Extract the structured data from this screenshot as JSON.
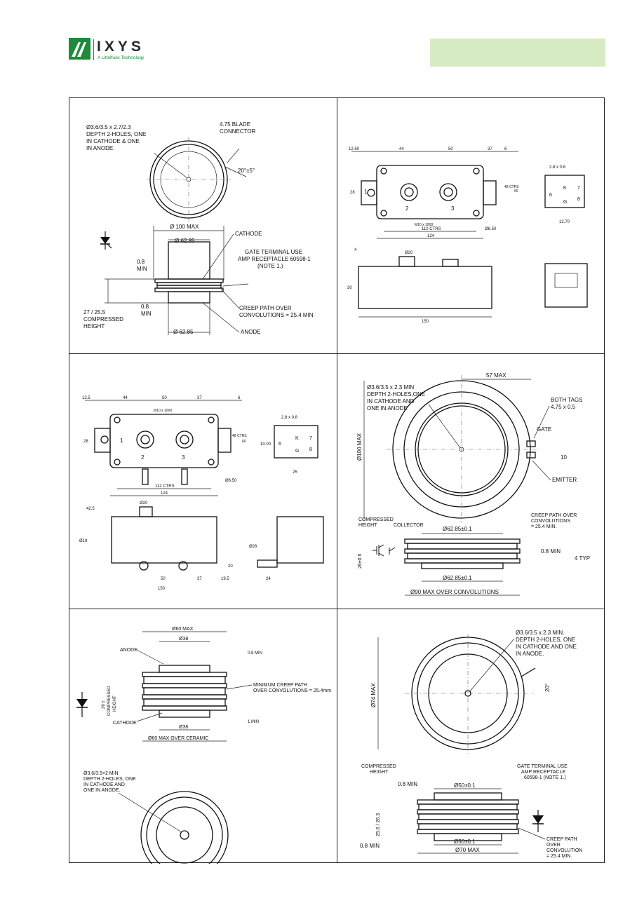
{
  "header": {
    "logo_text": "IXYS",
    "logo_tagline": "A Littelfuse Technology"
  },
  "panel1": {
    "hole_note": [
      "Ø3.6/3.5 x 2.7/2.3",
      "DEPTH 2-HOLES, ONE",
      "IN CATHODE & ONE",
      "IN ANODE."
    ],
    "blade": [
      "4.75 BLADE",
      "CONNECTOR"
    ],
    "angle": "20°±5°",
    "dia_max": "Ø 100 MAX",
    "dia_top": "Ø 62.85",
    "dia_bottom": "Ø 62.85",
    "cathode": "CATHODE",
    "gate_note": [
      "GATE TERMINAL USE",
      "AMP RECEPTACLE 60598-1",
      "(NOTE 1.)"
    ],
    "min_top": [
      "0.8",
      "MIN"
    ],
    "min_bottom": [
      "0.8",
      "MIN"
    ],
    "height": [
      "27 / 25.5",
      "COMPRESSED",
      "HEIGHT"
    ],
    "creep": [
      "CREEP PATH OVER",
      "CONVOLUTIONS = 25.4 MIN"
    ],
    "anode": "ANODE"
  },
  "panel2": {
    "dims_top": [
      "12.50",
      "44",
      "50",
      "37",
      "6"
    ],
    "left_dim": "28",
    "right_dim1": "48 CTRS",
    "right_dim2": "60",
    "term_labels": [
      "1",
      "2",
      "3"
    ],
    "screw": "M10 x 1000",
    "ctrs": "110 CTRS",
    "overall": "124",
    "hole": "Ø6.50",
    "side_dim": "2.8 x 0.8",
    "side_labels": [
      "6",
      "K",
      "7",
      "G",
      "8"
    ],
    "side_w": "12.70",
    "elev_dia": "Ø20",
    "elev_h": "30",
    "elev_w": "150",
    "elev_left": "4"
  },
  "panel3": {
    "dims_top": [
      "12.5",
      "44",
      "50",
      "37",
      "6"
    ],
    "left_dim": "28",
    "screw": "M10 x 1000",
    "right_dims": [
      "48 CTRS",
      "60"
    ],
    "term_labels": [
      "1",
      "2",
      "3"
    ],
    "ctrs": "112 CTRS",
    "overall": "124",
    "hole": "Ø6.50",
    "side_dim": "2.8 x 0.8",
    "side_labels": [
      "6",
      "K",
      "7",
      "G",
      "8"
    ],
    "side_w1": "10.00",
    "side_w2": "25",
    "elev_dims": [
      "42.5",
      "Ø20",
      "Ø19",
      "50",
      "37",
      "20",
      "150",
      "19.5",
      "24",
      "Ø26"
    ]
  },
  "panel4": {
    "hole_note": [
      "Ø3.6/3.5 x 2.3 MIN",
      "DEPTH 2-HOLES,ONE",
      "IN CATHODE AND",
      "ONE IN ANODE"
    ],
    "max57": "57 MAX",
    "tags": [
      "BOTH TAGS",
      "4.75 x 0.5"
    ],
    "dia_max": "Ø100 MAX",
    "gate": "GATE",
    "ten": "10",
    "emitter": "EMITTER",
    "height": [
      "COMPRESSED",
      "HEIGHT"
    ],
    "collector": "COLLECTOR",
    "dia_top": "Ø62.85±0.1",
    "creep": [
      "CREEP PATH OVER",
      "CONVOLUTIONS",
      "= 25.4 MIN."
    ],
    "side": "26±0.5",
    "min": "0.8 MIN",
    "typ": "4 TYP",
    "dia_bottom": "Ø62.85±0.1",
    "dia_conv": "Ø90 MAX OVER CONVOLUTIONS"
  },
  "panel5": {
    "dia_top": "Ø60 MAX",
    "dia_in": "Ø38",
    "anode": "ANODE",
    "min": "0.8 MIN",
    "height": [
      "26 ±",
      "COMPRESSED",
      "HEIGHT"
    ],
    "creep": [
      "MINIMUM CREEP PATH",
      "OVER CONVOLUTIONS = 25.4mm"
    ],
    "cathode": "CATHODE",
    "dia_bot": "Ø38",
    "min2": "1 MIN",
    "ceramic": "Ø60 MAX OVER CERAMIC",
    "hole_note": [
      "Ø3.6/3.5×2 MIN",
      "DEPTH 2-HOLES, ONE",
      "IN CATHODE AND",
      "ONE IN ANODE."
    ]
  },
  "panel6": {
    "hole_note": [
      "Ø3.6/3.5 x 2.3 MIN.",
      "DEPTH 2-HOLES, ONE",
      "IN CATHODE AND ONE",
      "IN ANODE."
    ],
    "angle": "20°",
    "dia_max": "Ø74 MAX",
    "height": [
      "COMPRESSED",
      "HEIGHT"
    ],
    "min_top": "0.8 MIN",
    "dia_top": "Ø50±0.1",
    "gate_note": [
      "GATE TERMINAL USE",
      "AMP RECEPTACLE",
      "60598-1 (NOTE 1.)"
    ],
    "side": "25.6 / 26.3",
    "creep": [
      "CREEP PATH",
      "OVER",
      "CONVOLUTION",
      "= 25.4 MIN."
    ],
    "dia_bottom": "Ø50±0.1",
    "min_bottom": "0.8 MIN",
    "dia_outer": "Ø70 MAX"
  }
}
